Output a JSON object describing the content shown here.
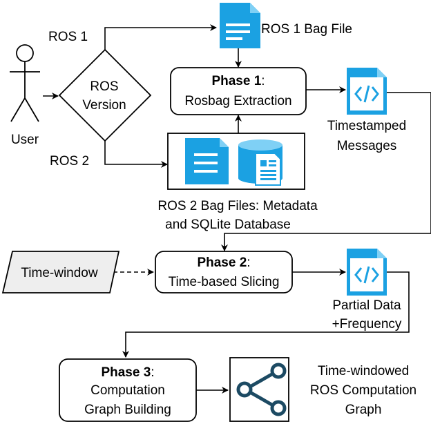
{
  "actor": {
    "label": "User"
  },
  "decision": {
    "line1": "ROS",
    "line2": "Version"
  },
  "branches": {
    "ros1": "ROS 1",
    "ros2": "ROS 2"
  },
  "ros1_bag": {
    "label": "ROS 1 Bag File"
  },
  "phase1": {
    "title": "Phase 1",
    "suffix": ":",
    "subtitle": "Rosbag Extraction"
  },
  "ros2_bag": {
    "line1": "ROS 2 Bag Files: Metadata",
    "line2": "and SQLite Database"
  },
  "timestamped": {
    "line1": "Timestamped",
    "line2": "Messages"
  },
  "time_window": {
    "label": "Time-window"
  },
  "phase2": {
    "title": "Phase 2",
    "suffix": ":",
    "subtitle": "Time-based Slicing"
  },
  "partial": {
    "line1": "Partial Data",
    "line2": "+Frequency"
  },
  "phase3": {
    "title": "Phase 3",
    "suffix": ":",
    "line2": "Computation",
    "line3": "Graph Building"
  },
  "output": {
    "line1": "Time-windowed",
    "line2": "ROS Computation",
    "line3": "Graph"
  },
  "colors": {
    "icon": "#1ba1e2",
    "share": "#1c4a63",
    "parallelogram": "#eeeeee"
  }
}
